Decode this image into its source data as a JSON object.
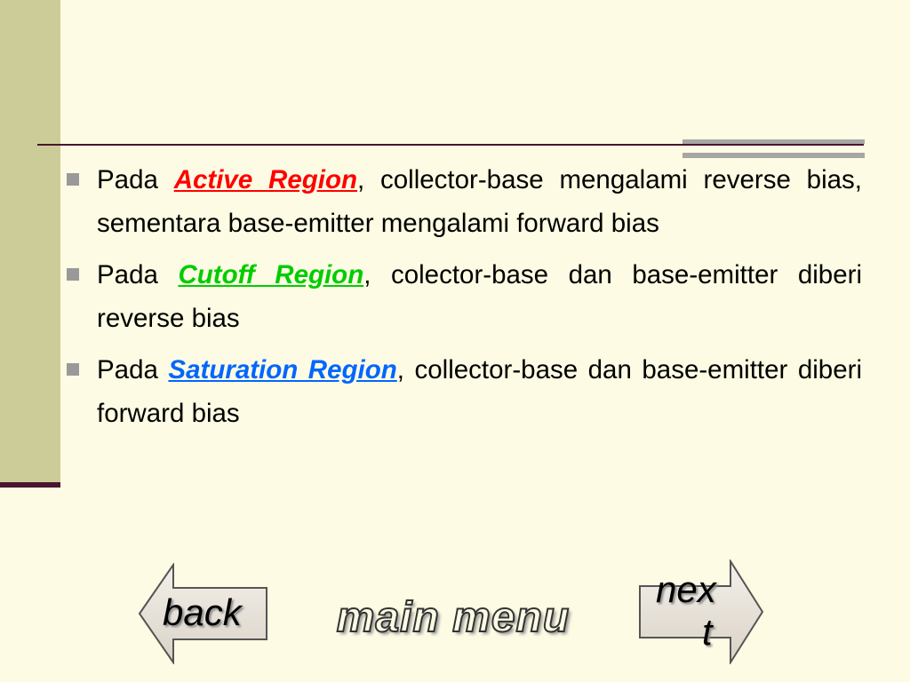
{
  "bullets": [
    {
      "prefix": "Pada ",
      "keyword": "Active Region",
      "keyword_color": "#FF0000",
      "suffix": ", collector-base mengalami reverse bias, sementara base-emitter mengalami forward bias"
    },
    {
      "prefix": "Pada ",
      "keyword": "Cutoff Region",
      "keyword_color": "#00CC00",
      "suffix": ", colector-base dan base-emitter diberi reverse bias"
    },
    {
      "prefix": "Pada ",
      "keyword": "Saturation Region",
      "keyword_color": "#0066FF",
      "suffix": ", collector-base dan base-emitter diberi forward bias"
    }
  ],
  "nav": {
    "back_label": "back",
    "main_menu_label": "main menu",
    "next_label_line1": "nex",
    "next_label_line2": "t"
  }
}
